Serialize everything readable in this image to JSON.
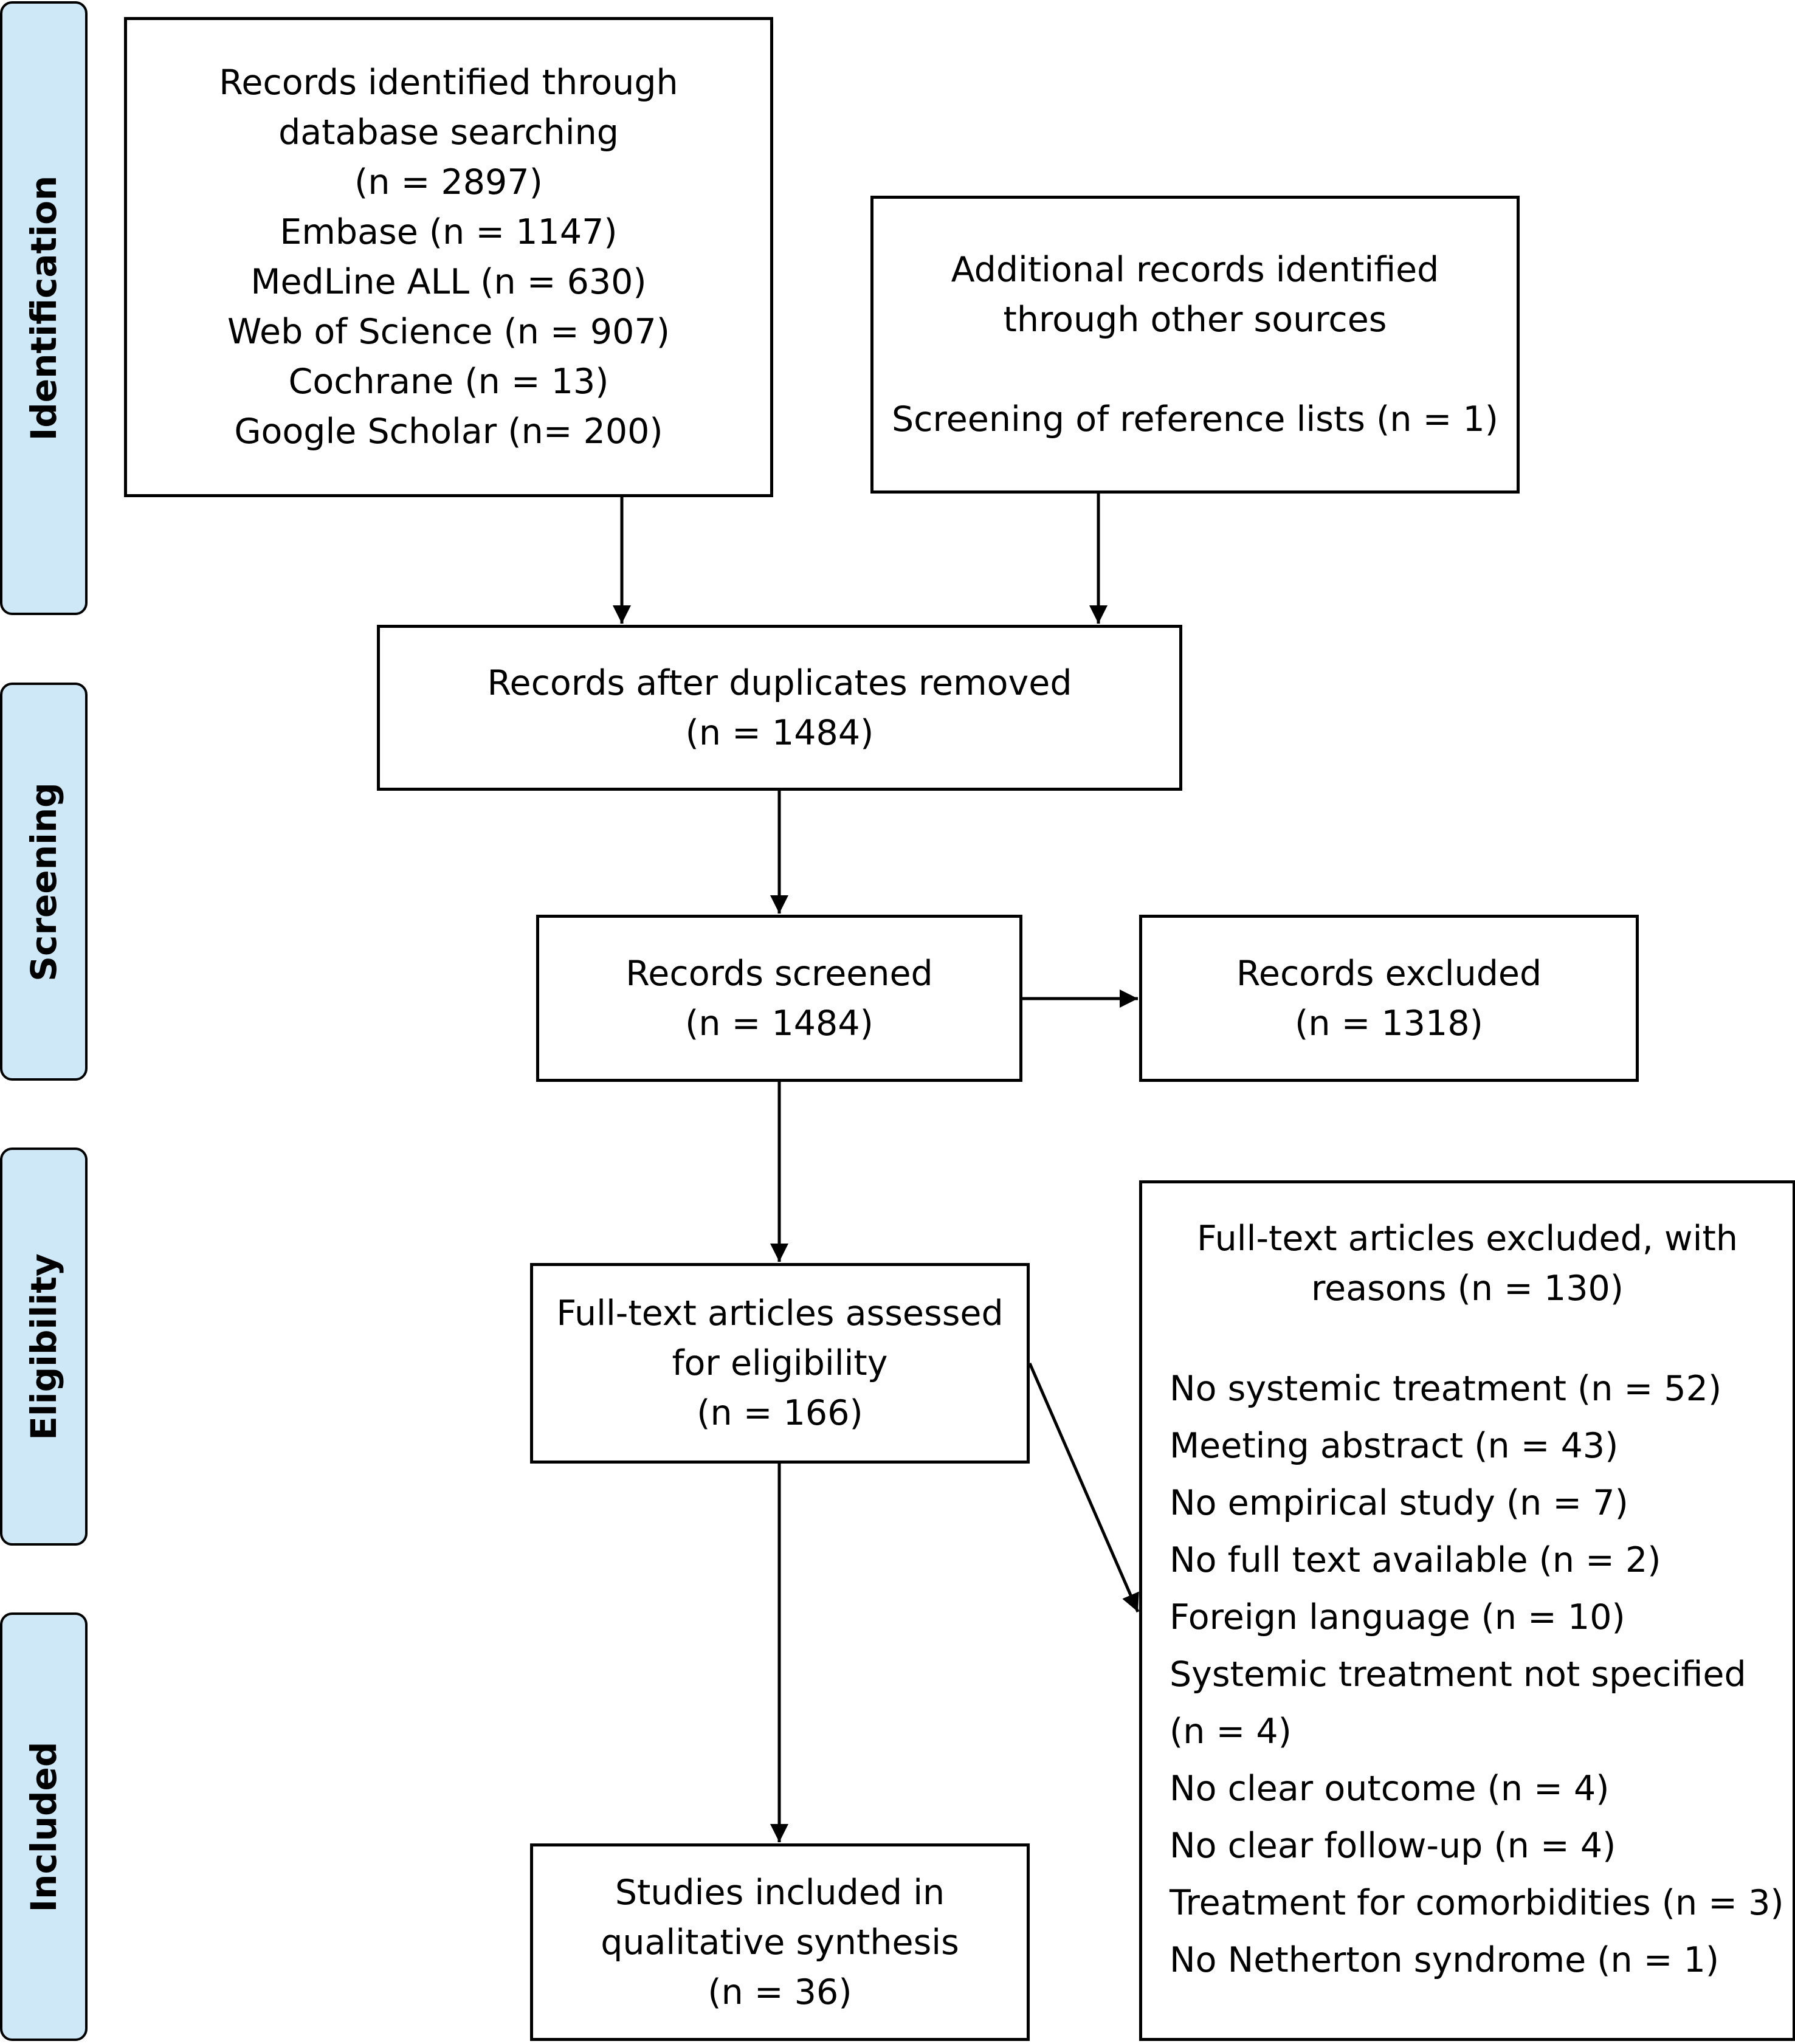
{
  "phases": {
    "identification": "Identification",
    "screening": "Screening",
    "eligibility": "Eligibility",
    "included": "Included"
  },
  "boxes": {
    "database": {
      "lines": [
        "Records identified through",
        "database searching",
        "(n = 2897)",
        "Embase (n = 1147)",
        "MedLine ALL (n = 630)",
        "Web of Science (n = 907)",
        "Cochrane (n = 13)",
        "Google Scholar (n= 200)"
      ]
    },
    "additional": {
      "title_lines": [
        "Additional records identified",
        "through other sources"
      ],
      "detail": "Screening of reference lists (n = 1)"
    },
    "duplicates": {
      "lines": [
        "Records after duplicates removed",
        "(n =  1484)"
      ]
    },
    "screened": {
      "lines": [
        "Records screened",
        "(n = 1484)"
      ]
    },
    "excluded": {
      "lines": [
        "Records excluded",
        "(n = 1318)"
      ]
    },
    "fulltext": {
      "lines": [
        "Full-text articles assessed",
        "for eligibility",
        "(n = 166)"
      ]
    },
    "fulltext_excluded": {
      "head_lines": [
        "Full-text articles excluded, with",
        "reasons (n = 130)"
      ],
      "reasons": [
        "No systemic treatment (n = 52)",
        "Meeting abstract (n = 43)",
        "No empirical study (n = 7)",
        "No full text available (n = 2)",
        "Foreign language (n = 10)",
        "Systemic treatment not specified",
        "(n = 4)",
        "No clear outcome (n = 4)",
        "No clear follow-up (n = 4)",
        "Treatment for comorbidities (n = 3)",
        "No Netherton syndrome (n = 1)"
      ]
    },
    "included": {
      "lines": [
        "Studies included in",
        "qualitative synthesis",
        "(n = 36)"
      ]
    }
  }
}
